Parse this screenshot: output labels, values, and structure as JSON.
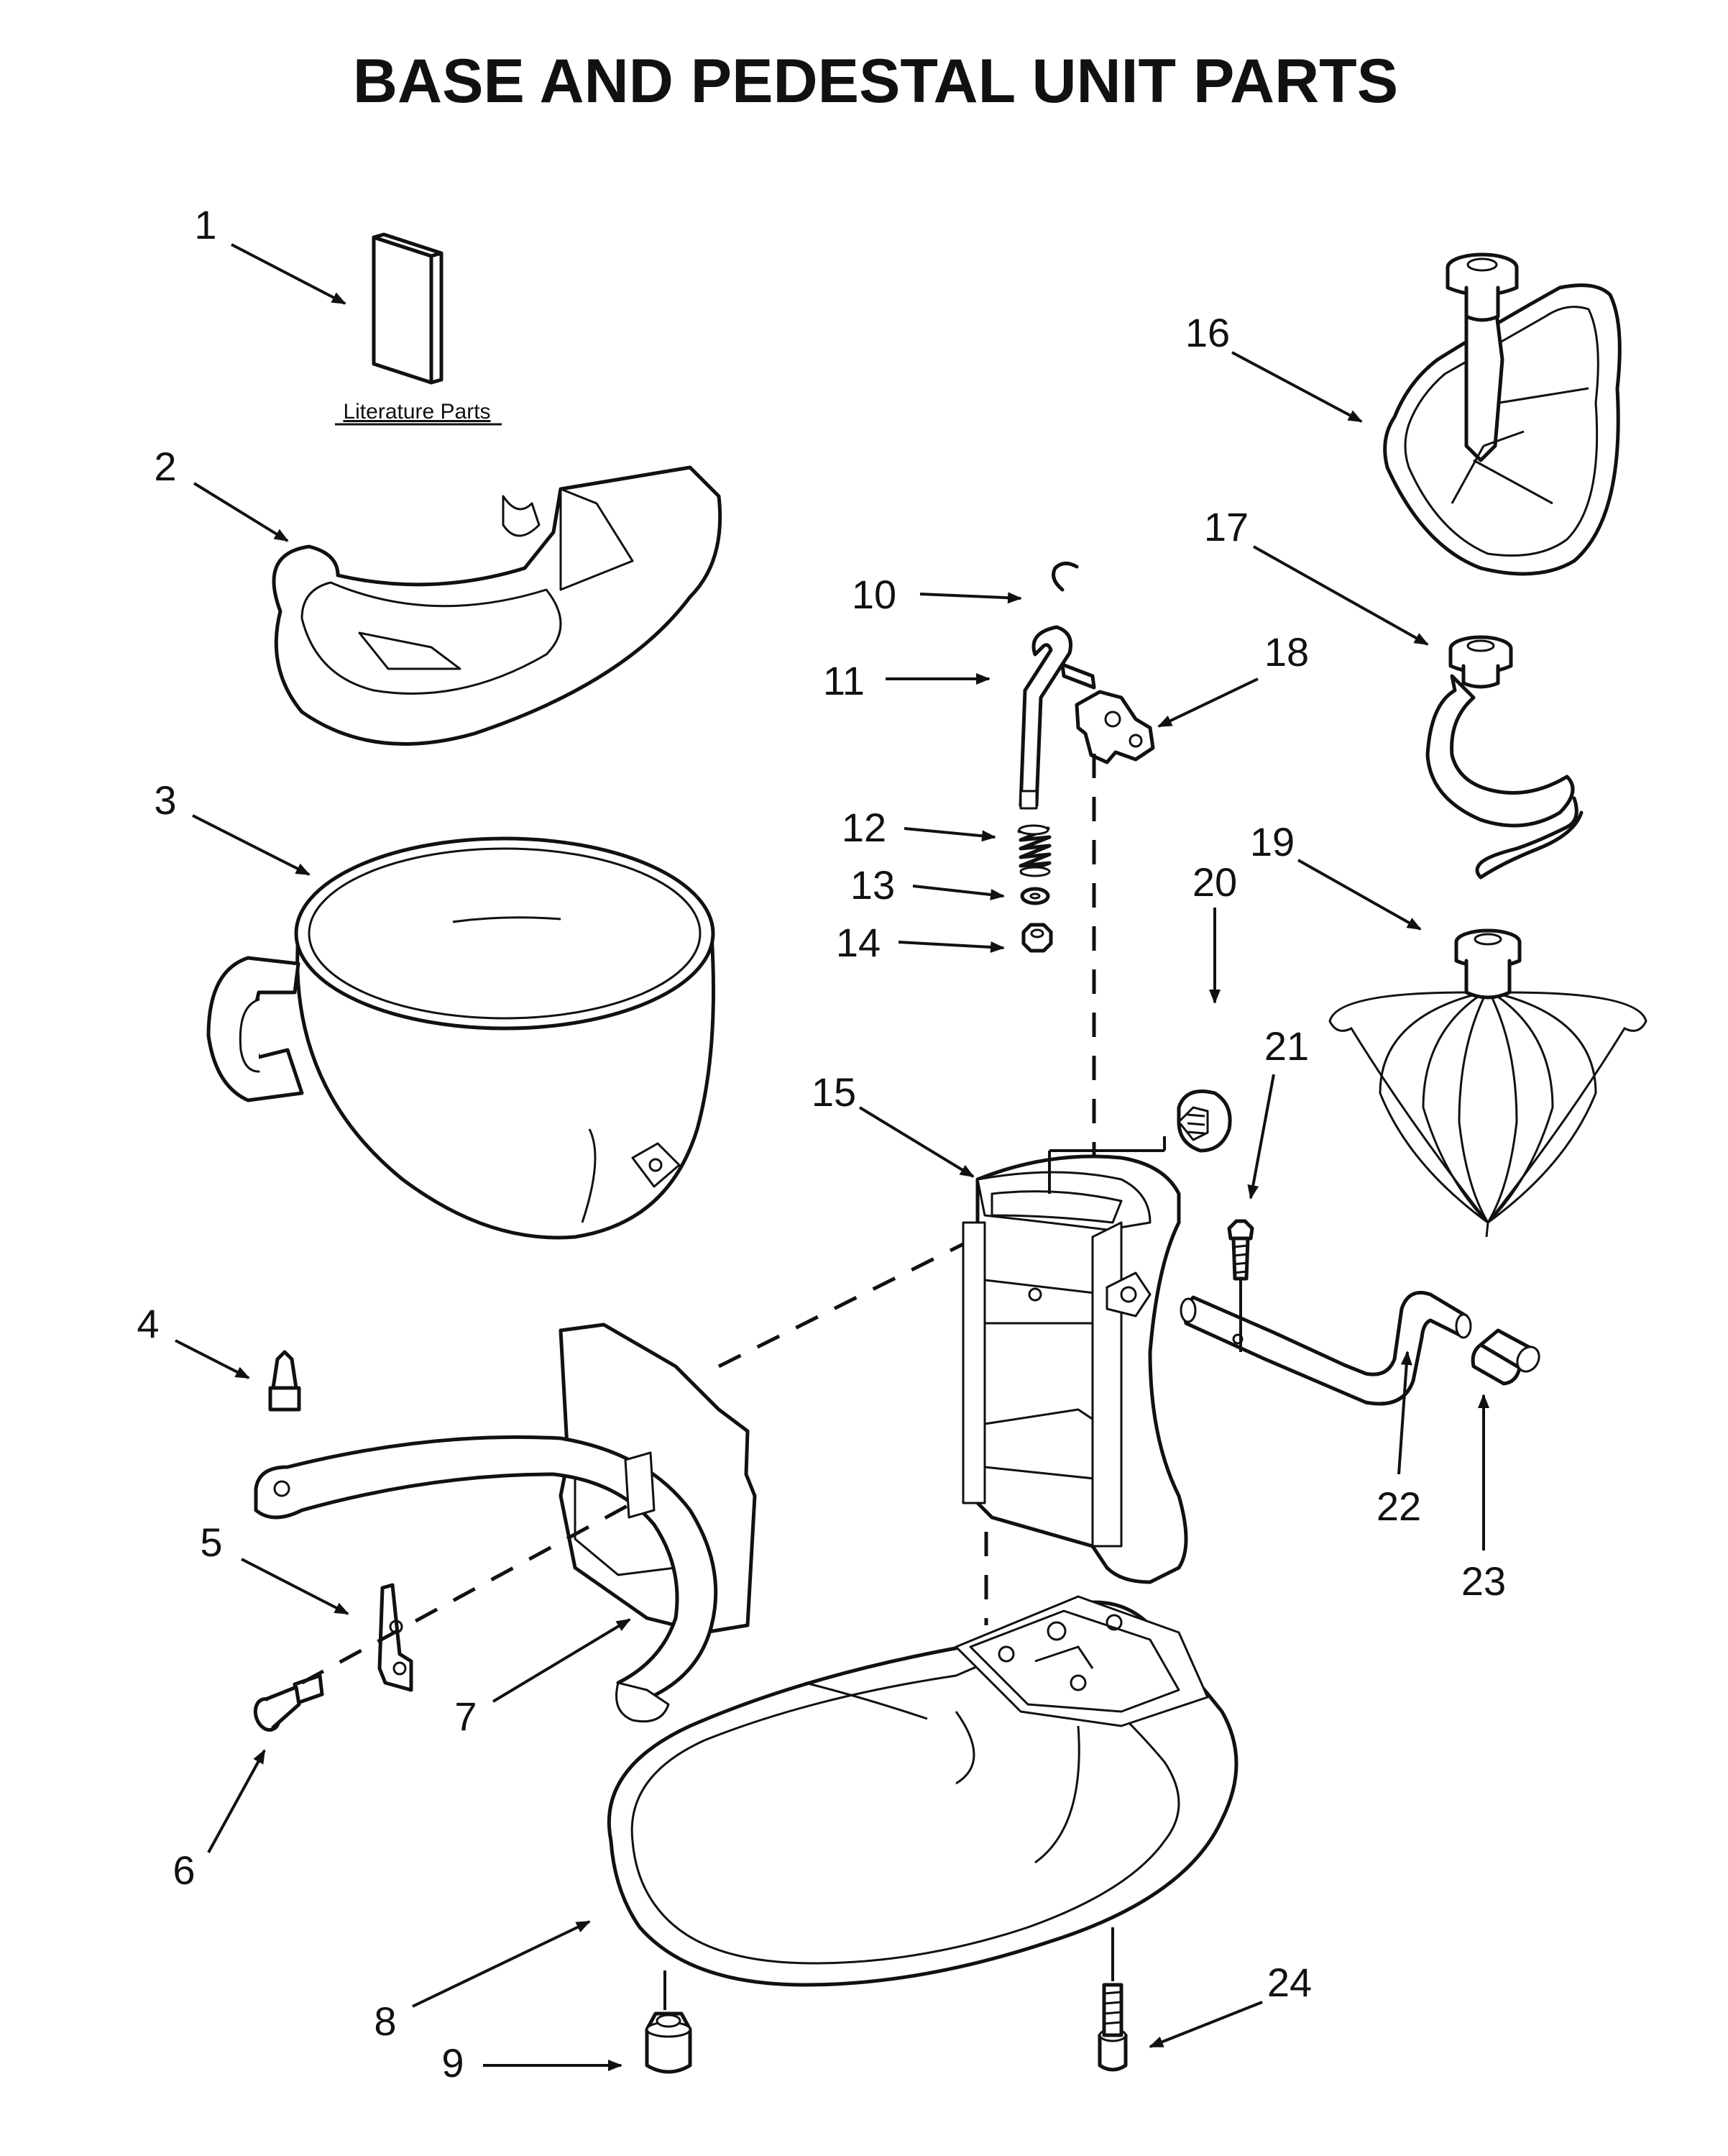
{
  "title": "BASE AND PEDESTAL UNIT PARTS",
  "literature_label": "Literature Parts",
  "callouts": [
    "1",
    "2",
    "3",
    "4",
    "5",
    "6",
    "7",
    "8",
    "9",
    "10",
    "11",
    "12",
    "13",
    "14",
    "15",
    "16",
    "17",
    "18",
    "19",
    "20",
    "21",
    "22",
    "23",
    "24"
  ]
}
